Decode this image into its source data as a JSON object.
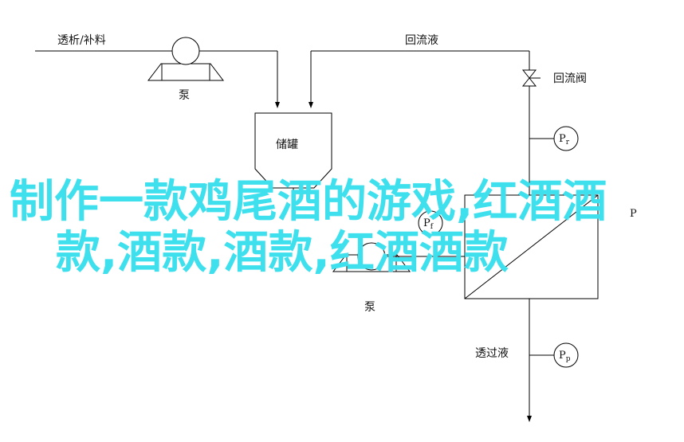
{
  "labels": {
    "feed": "透析/补料",
    "pump_top": "泵",
    "return_liquid": "回流液",
    "return_valve": "回流阀",
    "tank": "储罐",
    "pump_bottom": "泵",
    "permeate": "透过液"
  },
  "gauges": {
    "pr": {
      "main": "P",
      "sub": "r"
    },
    "pf": {
      "main": "P",
      "sub": "f"
    },
    "pp": {
      "main": "P",
      "sub": "p"
    },
    "right_partial": "P"
  },
  "overlay": {
    "line1": "制作一款鸡尾酒的游戏,红酒酒",
    "line2": "款,酒款,酒款,红酒酒款"
  }
}
